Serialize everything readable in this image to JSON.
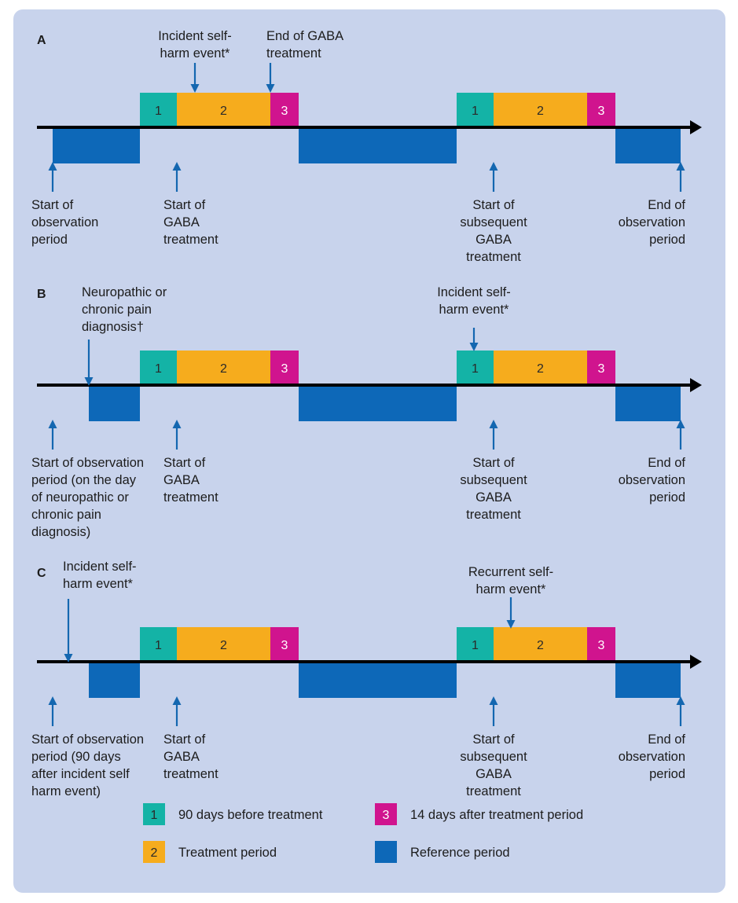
{
  "colors": {
    "background": "#c8d3ec",
    "period_90_days_before": "#14b3a6",
    "treatment_period": "#f6ac1d",
    "period_14_days_after": "#d0148e",
    "reference_period": "#0d68b8",
    "annotation_arrow": "#1467b0",
    "timeline": "#000000"
  },
  "box_numbers": {
    "before": "1",
    "treatment": "2",
    "after": "3"
  },
  "panels": [
    {
      "letter": "A",
      "above_labels": [
        {
          "id": "incident-self-harm-event",
          "lines": [
            "Incident self-",
            "harm event*"
          ]
        },
        {
          "id": "end-of-gaba-treatment",
          "lines": [
            "End of GABA",
            "treatment"
          ]
        }
      ],
      "below_labels": [
        {
          "id": "start-of-observation-period",
          "lines": [
            "Start of",
            "observation",
            "period"
          ]
        },
        {
          "id": "start-of-gaba-treatment",
          "lines": [
            "Start of",
            "GABA",
            "treatment"
          ]
        },
        {
          "id": "start-of-subsequent-gaba-treatment",
          "lines": [
            "Start of",
            "subsequent",
            "GABA",
            "treatment"
          ]
        },
        {
          "id": "end-of-observation-period",
          "lines": [
            "End of",
            "observation",
            "period"
          ]
        }
      ]
    },
    {
      "letter": "B",
      "above_labels": [
        {
          "id": "neuropathic-or-chronic-pain-diagnosis",
          "lines": [
            "Neuropathic or",
            "chronic pain",
            "diagnosis†"
          ]
        },
        {
          "id": "incident-self-harm-event",
          "lines": [
            "Incident self-",
            "harm event*"
          ]
        }
      ],
      "below_labels": [
        {
          "id": "start-of-observation-period",
          "lines": [
            "Start of observation",
            "period (on the day",
            "of neuropathic or",
            "chronic pain",
            "diagnosis)"
          ]
        },
        {
          "id": "start-of-gaba-treatment",
          "lines": [
            "Start of",
            "GABA",
            "treatment"
          ]
        },
        {
          "id": "start-of-subsequent-gaba-treatment",
          "lines": [
            "Start of",
            "subsequent",
            "GABA",
            "treatment"
          ]
        },
        {
          "id": "end-of-observation-period",
          "lines": [
            "End of",
            "observation",
            "period"
          ]
        }
      ]
    },
    {
      "letter": "C",
      "above_labels": [
        {
          "id": "incident-self-harm-event",
          "lines": [
            "Incident self-",
            "harm event*"
          ]
        },
        {
          "id": "recurrent-self-harm-event",
          "lines": [
            "Recurrent self-",
            "harm event*"
          ]
        }
      ],
      "below_labels": [
        {
          "id": "start-of-observation-period",
          "lines": [
            "Start of observation",
            "period (90 days",
            "after incident self",
            "harm event)"
          ]
        },
        {
          "id": "start-of-gaba-treatment",
          "lines": [
            "Start of",
            "GABA",
            "treatment"
          ]
        },
        {
          "id": "start-of-subsequent-gaba-treatment",
          "lines": [
            "Start of",
            "subsequent",
            "GABA",
            "treatment"
          ]
        },
        {
          "id": "end-of-observation-period",
          "lines": [
            "End of",
            "observation",
            "period"
          ]
        }
      ]
    }
  ],
  "legend": [
    {
      "id": "before",
      "number": "1",
      "label": "90 days before treatment",
      "color": "#14b3a6"
    },
    {
      "id": "after",
      "number": "3",
      "label": "14 days after treatment period",
      "color": "#d0148e"
    },
    {
      "id": "treatment",
      "number": "2",
      "label": "Treatment period",
      "color": "#f6ac1d"
    },
    {
      "id": "reference",
      "number": "",
      "label": "Reference period",
      "color": "#0d68b8"
    }
  ]
}
